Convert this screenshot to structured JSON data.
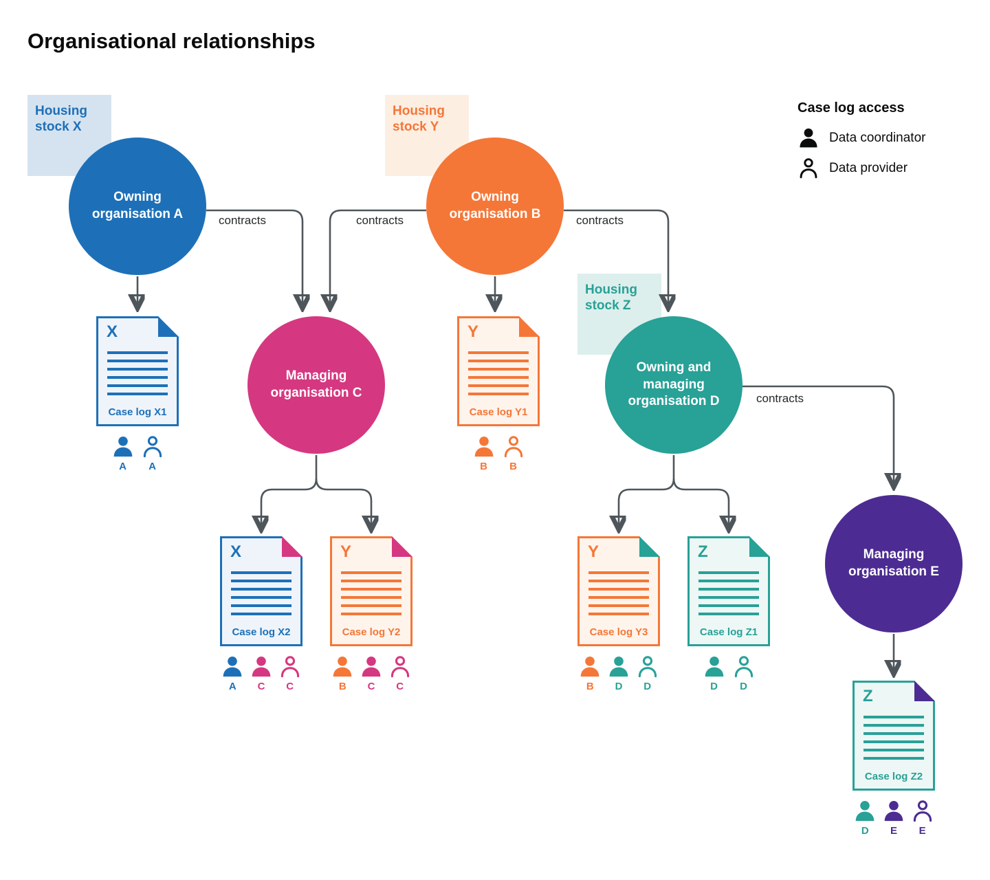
{
  "title": "Organisational relationships",
  "contract_label": "contracts",
  "legend": {
    "title": "Case log access",
    "items": [
      {
        "label": "Data coordinator",
        "variant": "filled",
        "color": "#0b0c0c"
      },
      {
        "label": "Data provider",
        "variant": "outline",
        "color": "#0b0c0c"
      }
    ]
  },
  "housing_stocks": [
    {
      "label": "Housing stock X",
      "color": "#1d70b8",
      "bg": "#d5e3f1"
    },
    {
      "label": "Housing stock Y",
      "color": "#f47738",
      "bg": "#fdeee2"
    },
    {
      "label": "Housing stock Z",
      "color": "#28a197",
      "bg": "#ddefec"
    }
  ],
  "organisations": [
    {
      "label": "Owning organisation A",
      "color": "#1d70b8"
    },
    {
      "label": "Owning organisation B",
      "color": "#f47738"
    },
    {
      "label": "Managing organisation C",
      "color": "#d53880"
    },
    {
      "label": "Owning and managing organisation D",
      "color": "#28a197"
    },
    {
      "label": "Managing organisation E",
      "color": "#4c2c92"
    }
  ],
  "case_logs": [
    {
      "letter": "X",
      "label": "Case log X1",
      "color": "#1d70b8",
      "bg": "#eef4fa",
      "fold": "#1d70b8",
      "access": [
        {
          "letter": "A",
          "variant": "filled",
          "color": "#1d70b8"
        },
        {
          "letter": "A",
          "variant": "outline",
          "color": "#1d70b8"
        }
      ]
    },
    {
      "letter": "Y",
      "label": "Case log Y1",
      "color": "#f47738",
      "bg": "#fef4ec",
      "fold": "#f47738",
      "access": [
        {
          "letter": "B",
          "variant": "filled",
          "color": "#f47738"
        },
        {
          "letter": "B",
          "variant": "outline",
          "color": "#f47738"
        }
      ]
    },
    {
      "letter": "X",
      "label": "Case log X2",
      "color": "#1d70b8",
      "bg": "#eef4fa",
      "fold": "#d53880",
      "access": [
        {
          "letter": "A",
          "variant": "filled",
          "color": "#1d70b8"
        },
        {
          "letter": "C",
          "variant": "filled",
          "color": "#d53880"
        },
        {
          "letter": "C",
          "variant": "outline",
          "color": "#d53880"
        }
      ]
    },
    {
      "letter": "Y",
      "label": "Case log Y2",
      "color": "#f47738",
      "bg": "#fef4ec",
      "fold": "#d53880",
      "access": [
        {
          "letter": "B",
          "variant": "filled",
          "color": "#f47738"
        },
        {
          "letter": "C",
          "variant": "filled",
          "color": "#d53880"
        },
        {
          "letter": "C",
          "variant": "outline",
          "color": "#d53880"
        }
      ]
    },
    {
      "letter": "Y",
      "label": "Case log Y3",
      "color": "#f47738",
      "bg": "#fef4ec",
      "fold": "#28a197",
      "access": [
        {
          "letter": "B",
          "variant": "filled",
          "color": "#f47738"
        },
        {
          "letter": "D",
          "variant": "filled",
          "color": "#28a197"
        },
        {
          "letter": "D",
          "variant": "outline",
          "color": "#28a197"
        }
      ]
    },
    {
      "letter": "Z",
      "label": "Case log Z1",
      "color": "#28a197",
      "bg": "#edf7f5",
      "fold": "#28a197",
      "access": [
        {
          "letter": "D",
          "variant": "filled",
          "color": "#28a197"
        },
        {
          "letter": "D",
          "variant": "outline",
          "color": "#28a197"
        }
      ]
    },
    {
      "letter": "Z",
      "label": "Case log Z2",
      "color": "#28a197",
      "bg": "#edf7f5",
      "fold": "#4c2c92",
      "access": [
        {
          "letter": "D",
          "variant": "filled",
          "color": "#28a197"
        },
        {
          "letter": "E",
          "variant": "filled",
          "color": "#4c2c92"
        },
        {
          "letter": "E",
          "variant": "outline",
          "color": "#4c2c92"
        }
      ]
    }
  ]
}
